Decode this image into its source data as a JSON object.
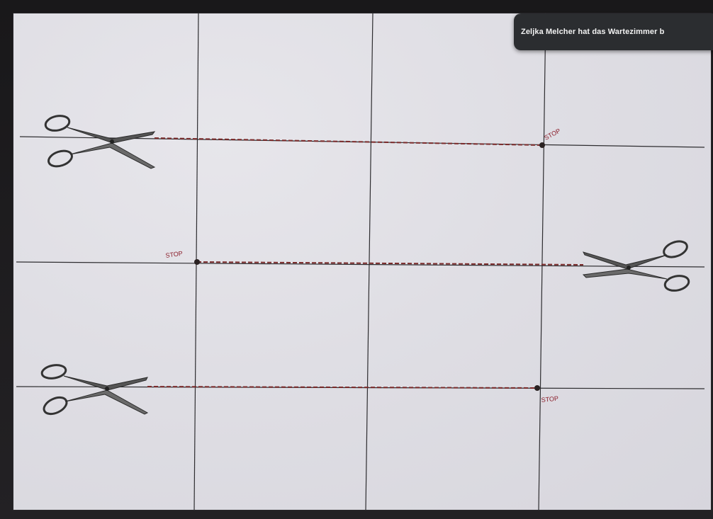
{
  "notification": {
    "text": "Zeljka Melcher hat das Wartezimmer b"
  },
  "paper": {
    "stop_labels": [
      "STOP",
      "STOP",
      "STOP"
    ],
    "colors": {
      "paper": "#e2e1e6",
      "grid_line": "#2e2d30",
      "cut_line_dash": "#7a2a2a",
      "stop_text": "#8b1e2b",
      "dot": "#2a2222"
    },
    "icons": [
      "scissors-icon",
      "scissors-icon",
      "scissors-icon"
    ]
  }
}
